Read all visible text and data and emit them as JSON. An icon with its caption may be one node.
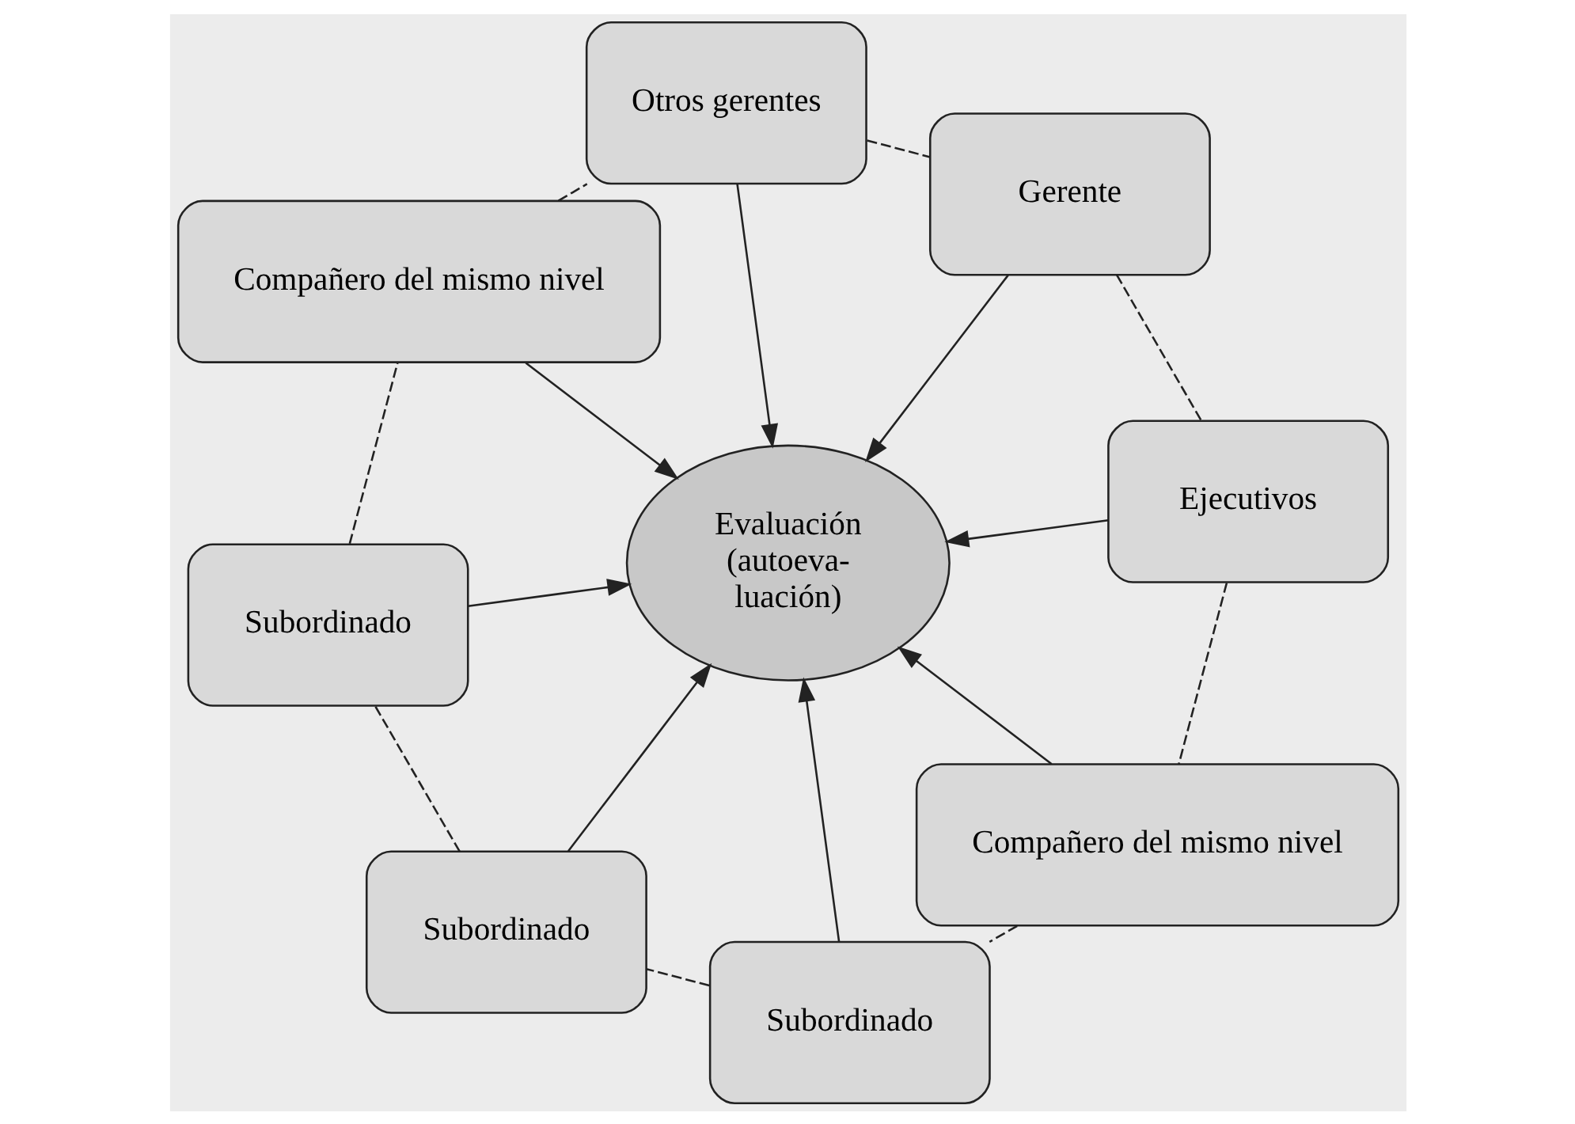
{
  "diagram": {
    "nodes": [
      {
        "text": [
          "Gerente"
        ]
      },
      {
        "text": [
          "Otros gerentes"
        ]
      },
      {
        "text": [
          "Ejecutivos"
        ]
      },
      {
        "text": [
          "Compañero del mismo nivel"
        ]
      },
      {
        "text": [
          "Evaluación (autoeva- luación)"
        ]
      },
      {
        "text": [
          "Compañero del mismo nivel"
        ]
      },
      {
        "text": [
          "Subordinado"
        ]
      },
      {
        "text": [
          "Subordinado"
        ]
      },
      {
        "text": [
          "Subordinado"
        ]
      }
    ],
    "edges": [
      {
        "from": 0,
        "to": 4,
        "arrow": "to"
      },
      {
        "from": 1,
        "to": 4,
        "arrow": "to"
      },
      {
        "from": 2,
        "to": 4,
        "arrow": "to"
      },
      {
        "from": 3,
        "to": 4,
        "arrow": "to"
      },
      {
        "from": 5,
        "to": 4,
        "arrow": "to"
      },
      {
        "from": 6,
        "to": 4,
        "arrow": "to"
      },
      {
        "from": 8,
        "to": 4,
        "arrow": "to"
      },
      {
        "from": 7,
        "to": 4,
        "arrow": "to"
      },
      {
        "from": 0,
        "to": 2,
        "arrow": "none",
        "style": "dashed"
      },
      {
        "from": 2,
        "to": 5,
        "arrow": "none",
        "style": "dashed"
      },
      {
        "from": 5,
        "to": 7,
        "arrow": "none",
        "style": "dashed"
      },
      {
        "from": 7,
        "to": 8,
        "arrow": "none",
        "style": "dashed"
      },
      {
        "from": 8,
        "to": 6,
        "arrow": "none",
        "style": "dashed"
      },
      {
        "from": 6,
        "to": 3,
        "arrow": "none",
        "style": "dashed"
      },
      {
        "from": 3,
        "to": 1,
        "arrow": "none",
        "style": "dashed"
      },
      {
        "from": 1,
        "to": 0,
        "arrow": "none",
        "style": "dashed"
      }
    ]
  }
}
